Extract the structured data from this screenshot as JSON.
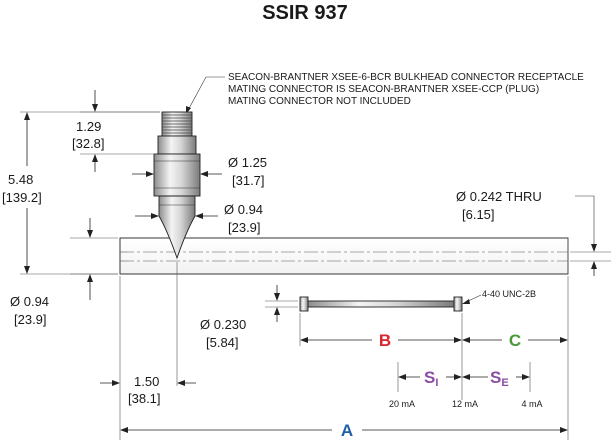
{
  "title": "SSIR 937",
  "connector_note": {
    "line1": "SEACON-BRANTNER XSEE-6-BCR BULKHEAD CONNECTOR RECEPTACLE",
    "line2": "MATING CONNECTOR IS SEACON-BRANTNER XSEE-CCP (PLUG)",
    "line3": "MATING CONNECTOR NOT INCLUDED"
  },
  "dimensions": {
    "overall_height": {
      "in": "5.48",
      "mm": "[139.2]"
    },
    "connector_length": {
      "in": "1.29",
      "mm": "[32.8]"
    },
    "connector_diameter": {
      "in": "Ø 1.25",
      "mm": "[31.7]"
    },
    "neck_diameter": {
      "in": "Ø 0.94",
      "mm": "[23.9]"
    },
    "body_diameter": {
      "in": "Ø 0.94",
      "mm": "[23.9]"
    },
    "thru_hole": {
      "in": "Ø 0.242  THRU",
      "mm": "[6.15]"
    },
    "rod_diameter": {
      "in": "Ø 0.230",
      "mm": "[5.84]"
    },
    "offset": {
      "in": "1.50",
      "mm": "[38.1]"
    }
  },
  "thread_label": "4-40 UNC-2B",
  "labels": {
    "A": "A",
    "B": "B",
    "C": "C",
    "SI_main": "S",
    "SI_sub": "I",
    "SE_main": "S",
    "SE_sub": "E"
  },
  "currents": {
    "left": "20 mA",
    "mid": "12 mA",
    "right": "4 mA"
  },
  "colors": {
    "A": "#1f5fa8",
    "B": "#d8262e",
    "C": "#4a9a3a",
    "S": "#8a4fa3"
  }
}
